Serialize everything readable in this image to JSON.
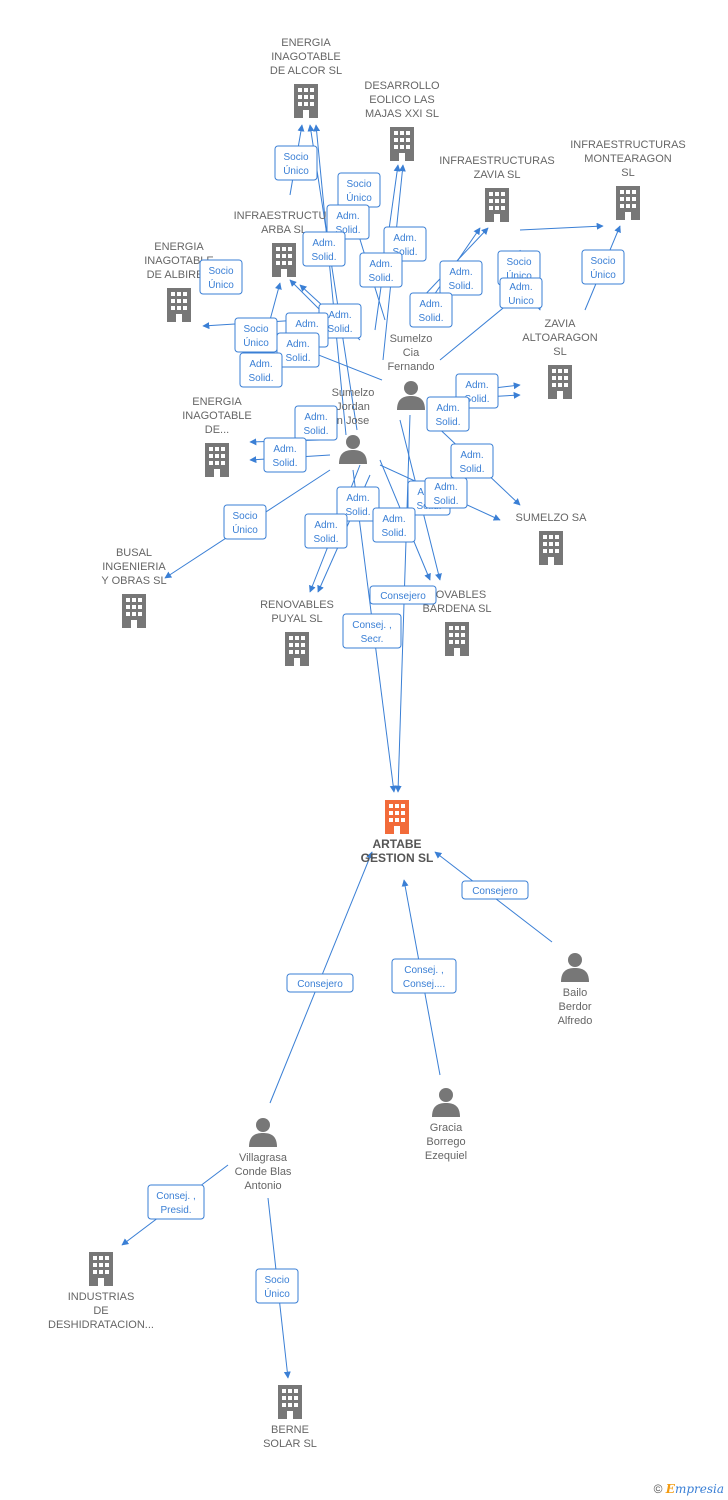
{
  "colors": {
    "edge": "#3a7fd5",
    "company": "#777777",
    "focus": "#f26b3a",
    "person": "#777777"
  },
  "footer": {
    "copyright_symbol": "©",
    "brand_initial": "E",
    "brand_rest": "mpresia"
  },
  "nodes": [
    {
      "id": "alcor",
      "type": "company",
      "icon": "building-icon",
      "label": [
        "ENERGIA",
        "INAGOTABLE",
        "DE ALCOR  SL"
      ]
    },
    {
      "id": "majas",
      "type": "company",
      "icon": "building-icon",
      "label": [
        "DESARROLLO",
        "EOLICO LAS",
        "MAJAS XXI  SL"
      ]
    },
    {
      "id": "zavia",
      "type": "company",
      "icon": "building-icon",
      "label": [
        "INFRAESTRUCTURAS",
        "ZAVIA SL"
      ]
    },
    {
      "id": "montearagon",
      "type": "company",
      "icon": "building-icon",
      "label": [
        "INFRAESTRUCTURAS",
        "MONTEARAGON",
        "SL"
      ]
    },
    {
      "id": "arba",
      "type": "company",
      "icon": "building-icon",
      "label": [
        "INFRAESTRUCTUR",
        "ARBA  SL"
      ]
    },
    {
      "id": "albirec",
      "type": "company",
      "icon": "building-icon",
      "label": [
        "ENERGIA",
        "INAGOTABLE",
        "DE ALBIREC"
      ]
    },
    {
      "id": "zavia_alto",
      "type": "company",
      "icon": "building-icon",
      "label": [
        "ZAVIA",
        "ALTOARAGON",
        "SL"
      ]
    },
    {
      "id": "energia_de",
      "type": "company",
      "icon": "building-icon",
      "label": [
        "ENERGIA",
        "INAGOTABLE",
        "DE..."
      ]
    },
    {
      "id": "sumelzo_sa",
      "type": "company",
      "icon": "building-icon",
      "label": [
        "SUMELZO SA"
      ]
    },
    {
      "id": "busal",
      "type": "company",
      "icon": "building-icon",
      "label": [
        "BUSAL",
        "INGENIERIA",
        "Y OBRAS  SL"
      ]
    },
    {
      "id": "puyal",
      "type": "company",
      "icon": "building-icon",
      "label": [
        "RENOVABLES",
        "PUYAL  SL"
      ]
    },
    {
      "id": "bardena",
      "type": "company",
      "icon": "building-icon",
      "label": [
        "NOVABLES",
        "BARDENA  SL"
      ]
    },
    {
      "id": "artabe",
      "type": "focus",
      "icon": "building-icon",
      "label": [
        "ARTABE",
        "GESTION  SL"
      ]
    },
    {
      "id": "industrias",
      "type": "company",
      "icon": "building-icon",
      "label": [
        "INDUSTRIAS",
        "DE",
        "DESHIDRATACION..."
      ]
    },
    {
      "id": "berne",
      "type": "company",
      "icon": "building-icon",
      "label": [
        "BERNE",
        "SOLAR SL"
      ]
    },
    {
      "id": "fernando",
      "type": "person",
      "icon": "person-icon",
      "label": [
        "Sumelzo",
        "Cia",
        "Fernando"
      ]
    },
    {
      "id": "jose",
      "type": "person",
      "icon": "person-icon",
      "label": [
        "Sumelzo",
        "Jordan",
        "n Jose"
      ]
    },
    {
      "id": "bailo",
      "type": "person",
      "icon": "person-icon",
      "label": [
        "Bailo",
        "Berdor",
        "Alfredo"
      ]
    },
    {
      "id": "gracia",
      "type": "person",
      "icon": "person-icon",
      "label": [
        "Gracia",
        "Borrego",
        "Ezequiel"
      ]
    },
    {
      "id": "villagrasa",
      "type": "person",
      "icon": "person-icon",
      "label": [
        "Villagrasa",
        "Conde Blas",
        "Antonio"
      ]
    }
  ],
  "relations": [
    {
      "label": [
        "Socio",
        "Único"
      ]
    },
    {
      "label": [
        "Socio",
        "Único"
      ]
    },
    {
      "label": [
        "Adm.",
        "Solid."
      ]
    },
    {
      "label": [
        "Adm.",
        "Solid."
      ]
    },
    {
      "label": [
        "Adm.",
        "Solid."
      ]
    },
    {
      "label": [
        "Adm.",
        "Solid."
      ]
    },
    {
      "label": [
        "Socio",
        "Único"
      ]
    },
    {
      "label": [
        "Adm.",
        "Solid."
      ]
    },
    {
      "label": [
        "Adm.",
        "Solid."
      ]
    },
    {
      "label": [
        "Socio",
        "Único"
      ]
    },
    {
      "label": [
        "Adm.",
        "Unico"
      ]
    },
    {
      "label": [
        "Socio",
        "Único"
      ]
    },
    {
      "label": [
        "Adm.",
        "Solid."
      ]
    },
    {
      "label": [
        "Adm.",
        "Solid."
      ]
    },
    {
      "label": [
        "Socio",
        "Único"
      ]
    },
    {
      "label": [
        "Adm.",
        "Solid."
      ]
    },
    {
      "label": [
        "Adm.",
        "Solid."
      ]
    },
    {
      "label": [
        "Adm.",
        "Solid."
      ]
    },
    {
      "label": [
        "Adm.",
        "Solid."
      ]
    },
    {
      "label": [
        "Adm.",
        "Solid."
      ]
    },
    {
      "label": [
        "Adm.",
        "Solid."
      ]
    },
    {
      "label": [
        "Adm.",
        "Solid."
      ]
    },
    {
      "label": [
        "Socio",
        "Único"
      ]
    },
    {
      "label": [
        "Adm.",
        "Solid."
      ]
    },
    {
      "label": [
        "Adm.",
        "Solid."
      ]
    },
    {
      "label": [
        "Adm.",
        "Solid."
      ]
    },
    {
      "label": [
        "Adm.",
        "Solid."
      ]
    },
    {
      "label": [
        "Adm.",
        "Solid."
      ]
    },
    {
      "label": [
        "Consejero"
      ]
    },
    {
      "label": [
        "Consej. ,",
        "Secr."
      ]
    },
    {
      "label": [
        "Consejero"
      ]
    },
    {
      "label": [
        "Consejero"
      ]
    },
    {
      "label": [
        "Consej. ,",
        "Consej...."
      ]
    },
    {
      "label": [
        "Consej. ,",
        "Presid."
      ]
    },
    {
      "label": [
        "Socio",
        "Único"
      ]
    }
  ]
}
